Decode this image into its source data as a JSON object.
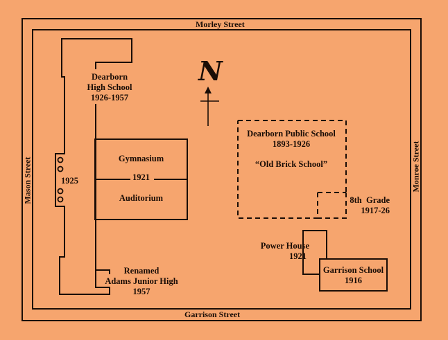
{
  "colors": {
    "paper": "#f6a56e",
    "ink": "#1a0d06"
  },
  "streets": {
    "north": "Morley Street",
    "south": "Garrison Street",
    "west": "Mason Street",
    "east": "Monroe Street"
  },
  "compass": {
    "label": "N",
    "icon": "north-arrow-icon"
  },
  "buildings": {
    "high_school": {
      "name_line1": "Dearborn",
      "name_line2": "High School",
      "years": "1926-1957"
    },
    "addition_1925": {
      "year": "1925"
    },
    "gym_auditorium": {
      "top": "Gymnasium",
      "year": "1921",
      "bottom": "Auditorium"
    },
    "renamed": {
      "line1": "Renamed",
      "line2": "Adams Junior High",
      "year": "1957"
    },
    "public_school": {
      "name": "Dearborn Public School",
      "years": "1893-1926",
      "nickname": "“Old Brick School”"
    },
    "eighth_grade": {
      "label": "8th  Grade",
      "years": "1917-26"
    },
    "power_house": {
      "name": "Power House",
      "year": "1921"
    },
    "garrison_school": {
      "name": "Garrison School",
      "year": "1916"
    }
  }
}
